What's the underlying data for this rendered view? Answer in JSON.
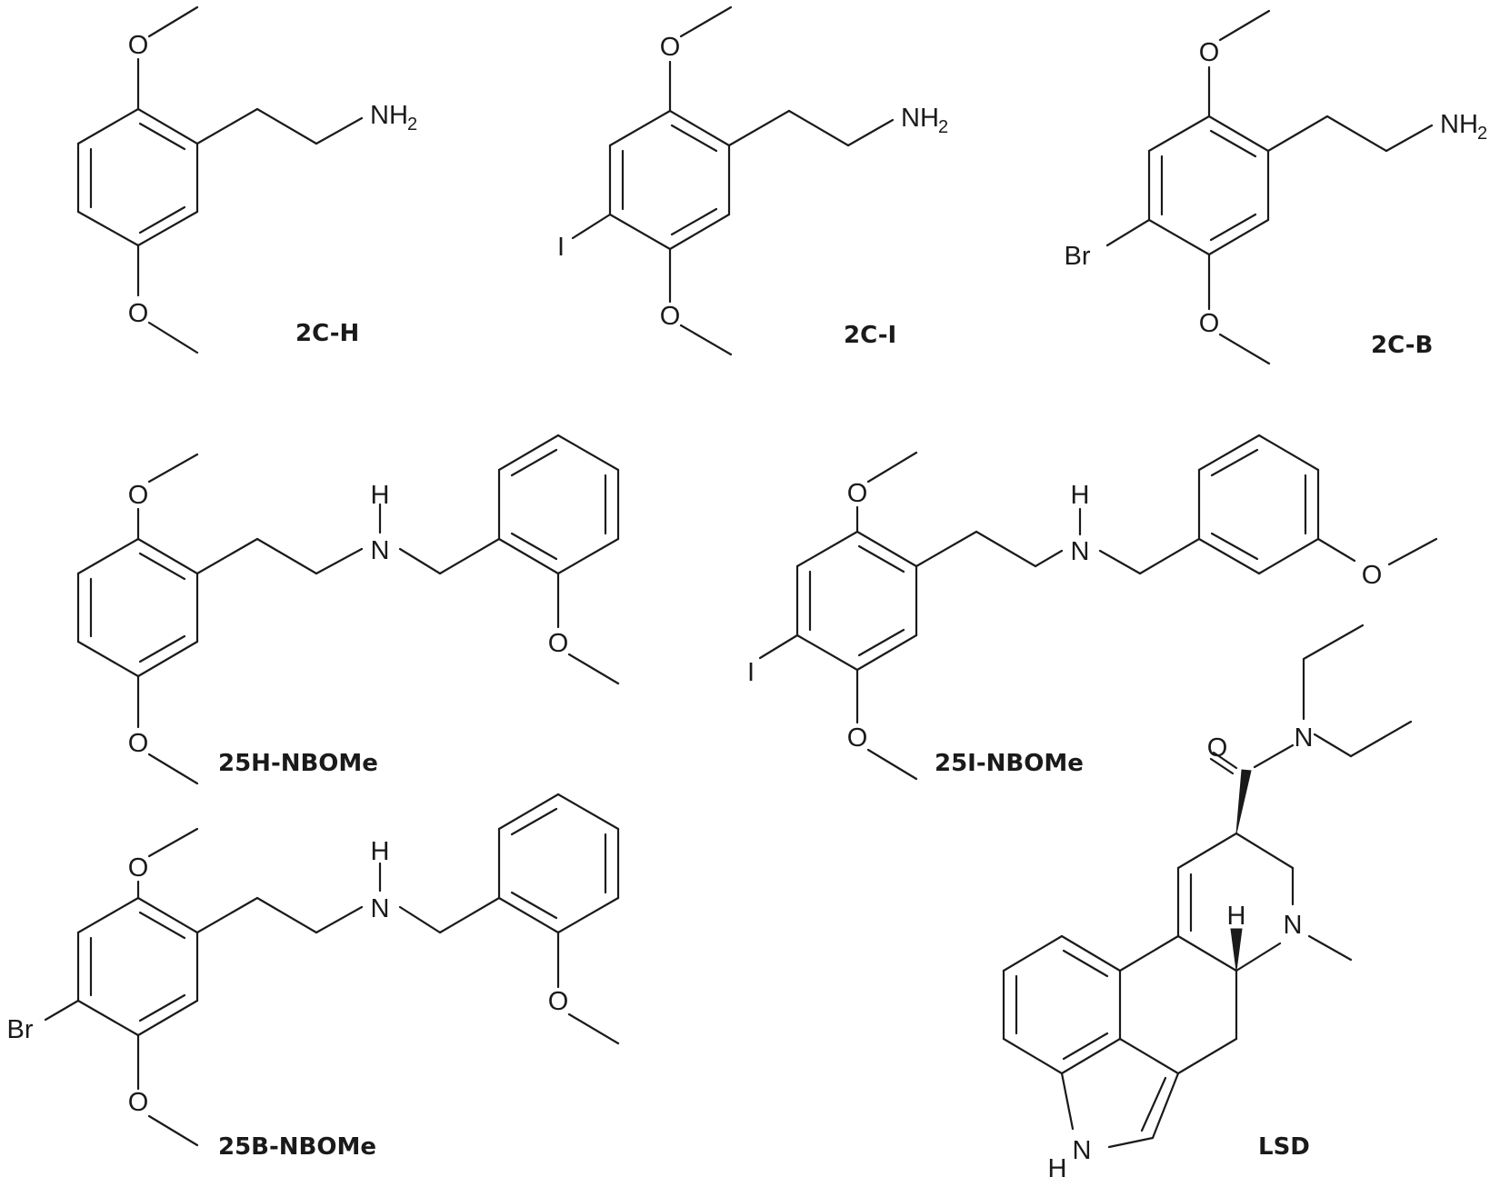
{
  "molecules": [
    {
      "id": "2c-h",
      "label": "2C-H"
    },
    {
      "id": "2c-i",
      "label": "2C-I"
    },
    {
      "id": "2c-b",
      "label": "2C-B"
    },
    {
      "id": "25h-nbome",
      "label": "25H-NBOMe"
    },
    {
      "id": "25i-nbome",
      "label": "25I-NBOMe"
    },
    {
      "id": "25b-nbome",
      "label": "25B-NBOMe"
    },
    {
      "id": "lsd",
      "label": "LSD"
    }
  ],
  "atoms": {
    "oxygen": "O",
    "nitrogen": "N",
    "hydrogen": "H",
    "iodine": "I",
    "bromine": "Br",
    "amine": "NH",
    "amine_sub": "2"
  }
}
